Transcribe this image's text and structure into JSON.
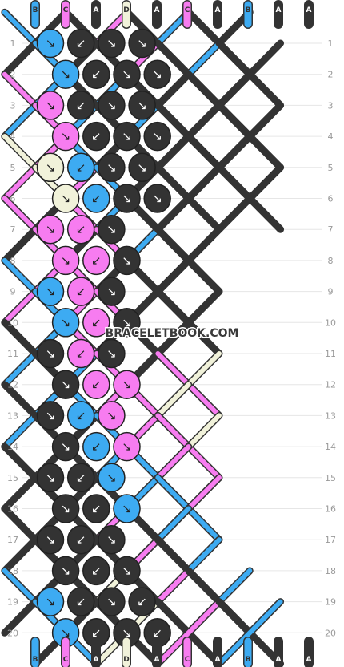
{
  "strands": [
    "B",
    "C",
    "A",
    "D",
    "A",
    "C",
    "A",
    "B",
    "A",
    "A"
  ],
  "colors": {
    "A": "#333333",
    "B": "#3dabf2",
    "C": "#f77cf0",
    "D": "#f1f2da"
  },
  "rows": [
    "1",
    "2",
    "3",
    "4",
    "5",
    "6",
    "7",
    "8",
    "9",
    "10",
    "11",
    "12",
    "13",
    "14",
    "15",
    "16",
    "17",
    "18",
    "19",
    "20"
  ],
  "watermark": "BRACELETBOOK.COM",
  "knots": [
    "BA AC AB AA",
    "BA AC AB AA",
    "CB AB AA AA",
    "CB AB AA AA",
    "DC BA AA AA",
    "DC BA AA AA",
    "CA CB AA",
    "CA CB AA",
    "BC CA AA",
    "BC CA AA",
    "AB CA AA",
    "AB CA CD",
    "AB BC CD",
    "AA BC CD",
    "AA AB BC",
    "AA AB BC",
    "AA AC AB",
    "AA AC AB",
    "BA AD AC AB",
    "BA AD AC AB"
  ]
}
